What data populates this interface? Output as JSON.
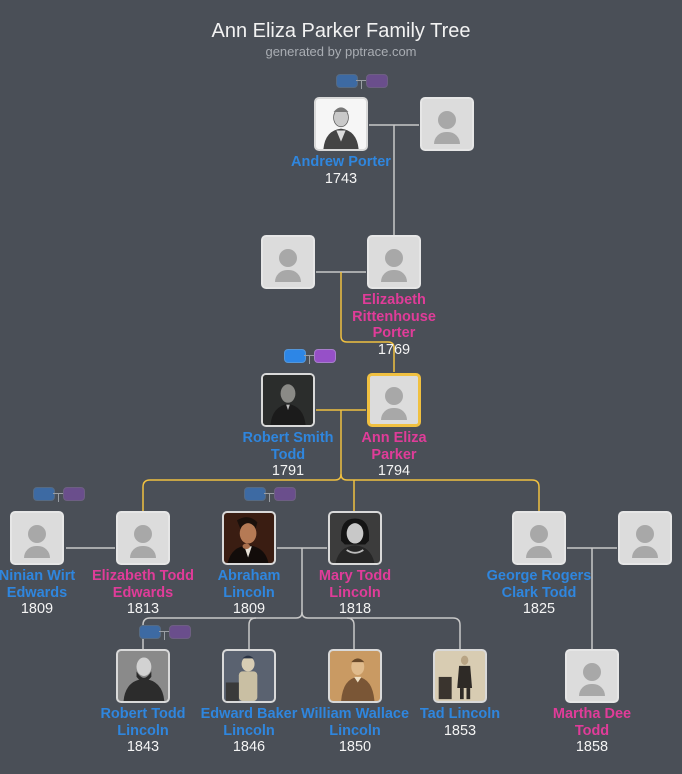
{
  "header": {
    "title": "Ann Eliza Parker Family Tree",
    "subtitle": "generated by pptrace.com"
  },
  "colors": {
    "background": "#4a4f57",
    "male": "#2f86de",
    "female": "#e03c99",
    "focus_path": "#f0c040",
    "connector": "#c8c8c8"
  },
  "people": {
    "andrew_porter": {
      "name": "Andrew Porter",
      "year": "1743",
      "gender": "male",
      "photo": "engraving"
    },
    "andrew_porter_spouse": {
      "name": "",
      "year": "",
      "gender": "unknown",
      "photo": "placeholder"
    },
    "er_porter_spouse": {
      "name": "",
      "year": "",
      "gender": "unknown",
      "photo": "placeholder"
    },
    "elizabeth_rittenhouse_porter": {
      "name": "Elizabeth Rittenhouse Porter",
      "year": "1769",
      "gender": "female",
      "photo": "placeholder"
    },
    "robert_smith_todd": {
      "name": "Robert Smith Todd",
      "year": "1791",
      "gender": "male",
      "photo": "daguerreotype"
    },
    "ann_eliza_parker": {
      "name": "Ann Eliza Parker",
      "year": "1794",
      "gender": "female",
      "photo": "placeholder",
      "focus": true
    },
    "ninian_wirt_edwards": {
      "name": "Ninian Wirt Edwards",
      "year": "1809",
      "gender": "male",
      "photo": "placeholder"
    },
    "elizabeth_todd_edwards": {
      "name": "Elizabeth Todd Edwards",
      "year": "1813",
      "gender": "female",
      "photo": "placeholder"
    },
    "abraham_lincoln": {
      "name": "Abraham Lincoln",
      "year": "1809",
      "gender": "male",
      "photo": "portrait"
    },
    "mary_todd_lincoln": {
      "name": "Mary Todd Lincoln",
      "year": "1818",
      "gender": "female",
      "photo": "bw-portrait"
    },
    "george_rogers_clark_todd": {
      "name": "George Rogers Clark Todd",
      "year": "1825",
      "gender": "male",
      "photo": "placeholder"
    },
    "grc_todd_spouse": {
      "name": "",
      "year": "",
      "gender": "unknown",
      "photo": "placeholder"
    },
    "robert_todd_lincoln": {
      "name": "Robert Todd Lincoln",
      "year": "1843",
      "gender": "male",
      "photo": "bw-portrait"
    },
    "edward_baker_lincoln": {
      "name": "Edward Baker Lincoln",
      "year": "1846",
      "gender": "male",
      "photo": "tinted-portrait"
    },
    "william_wallace_lincoln": {
      "name": "William Wallace Lincoln",
      "year": "1850",
      "gender": "male",
      "photo": "sepia-portrait"
    },
    "tad_lincoln": {
      "name": "Tad Lincoln",
      "year": "1853",
      "gender": "male",
      "photo": "sepia-portrait"
    },
    "martha_dee_todd": {
      "name": "Martha Dee Todd",
      "year": "1858",
      "gender": "female",
      "photo": "placeholder"
    }
  },
  "expand_controls": {
    "andrew_porter": [
      "expand-father",
      "expand-mother"
    ],
    "robert_smith_todd": [
      "expand-father",
      "expand-mother"
    ],
    "ninian_wirt_edwards": [
      "expand-father",
      "expand-mother"
    ],
    "abraham_lincoln": [
      "expand-father",
      "expand-mother"
    ],
    "robert_todd_lincoln": [
      "expand-father",
      "expand-mother"
    ]
  }
}
